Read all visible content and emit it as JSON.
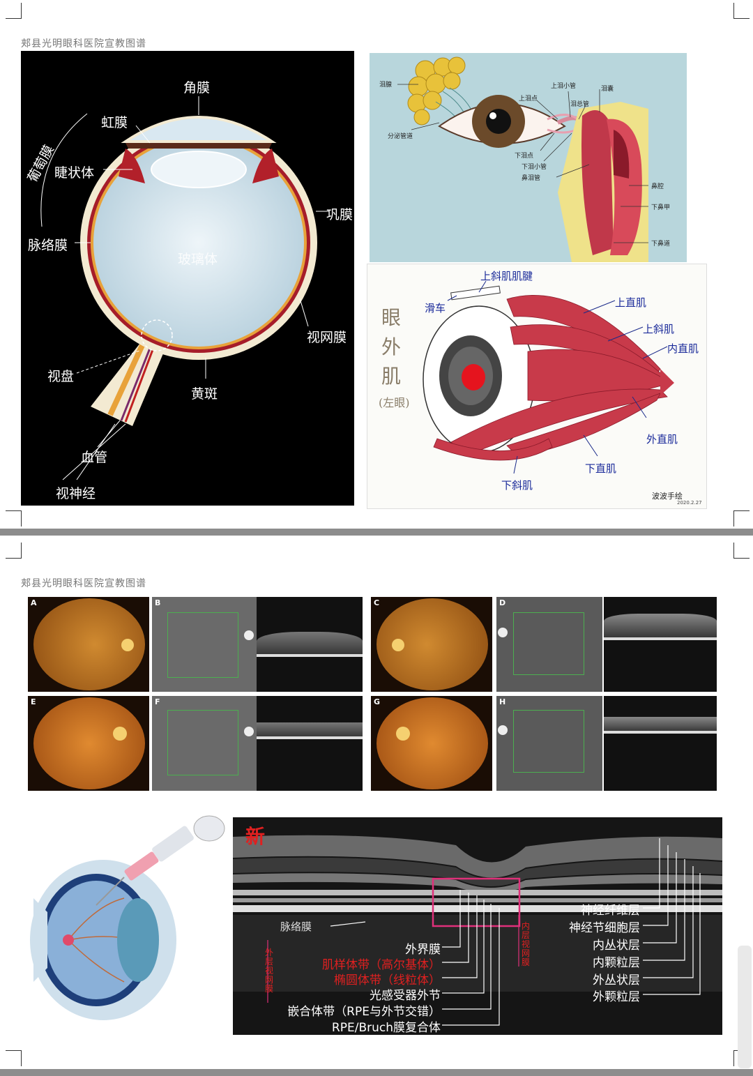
{
  "page_header": "郏县光明眼科医院宣教图谱",
  "eye_anatomy": {
    "labels": {
      "cornea": "角膜",
      "iris": "虹膜",
      "uvea": "葡萄膜",
      "ciliary_body": "睫状体",
      "sclera": "巩膜",
      "choroid": "脉络膜",
      "vitreous": "玻璃体",
      "retina": "视网膜",
      "optic_disc": "视盘",
      "macula": "黄斑",
      "vessels": "血管",
      "optic_nerve": "视神经"
    }
  },
  "lacrimal": {
    "labels": {
      "gland": "泪腺",
      "ducts": "分泌管道",
      "upper_punctum": "上泪点",
      "upper_canaliculus": "上泪小管",
      "sac": "泪囊",
      "common_canaliculus": "泪总管",
      "lower_punctum": "下泪点",
      "lower_canaliculus": "下泪小管",
      "nasolacrimal_duct": "鼻泪管",
      "nasal_cavity": "鼻腔",
      "inferior_turbinate": "下鼻甲",
      "inferior_meatus": "下鼻道"
    }
  },
  "muscles": {
    "title_chars": [
      "眼",
      "外",
      "肌"
    ],
    "subtitle": "(左眼)",
    "labels": {
      "tendon": "上斜肌肌腱",
      "trochlea": "滑车",
      "superior_rectus": "上直肌",
      "superior_oblique": "上斜肌",
      "medial_rectus": "内直肌",
      "lateral_rectus": "外直肌",
      "inferior_rectus": "下直肌",
      "inferior_oblique": "下斜肌"
    },
    "signature": "波波手绘",
    "date": "2020.2.27"
  },
  "fundus_grid": {
    "panels": [
      "A",
      "B",
      "C",
      "D",
      "E",
      "F",
      "G",
      "H"
    ]
  },
  "oct": {
    "badge": "新",
    "choroid": "脉络膜",
    "outer_retina_side": "外层视网膜",
    "inner_retina_side": "内层视网膜",
    "left_labels": [
      {
        "text": "外界膜",
        "red": false
      },
      {
        "text": "肌样体带（高尔基体）",
        "red": true
      },
      {
        "text": "椭圆体带（线粒体）",
        "red": true
      },
      {
        "text": "光感受器外节",
        "red": false
      },
      {
        "text": "嵌合体带（RPE与外节交错）",
        "red": false
      },
      {
        "text": "RPE/Bruch膜复合体",
        "red": false
      }
    ],
    "right_labels": [
      "神经纤维层",
      "神经节细胞层",
      "内丛状层",
      "内颗粒层",
      "外丛状层",
      "外颗粒层"
    ]
  }
}
